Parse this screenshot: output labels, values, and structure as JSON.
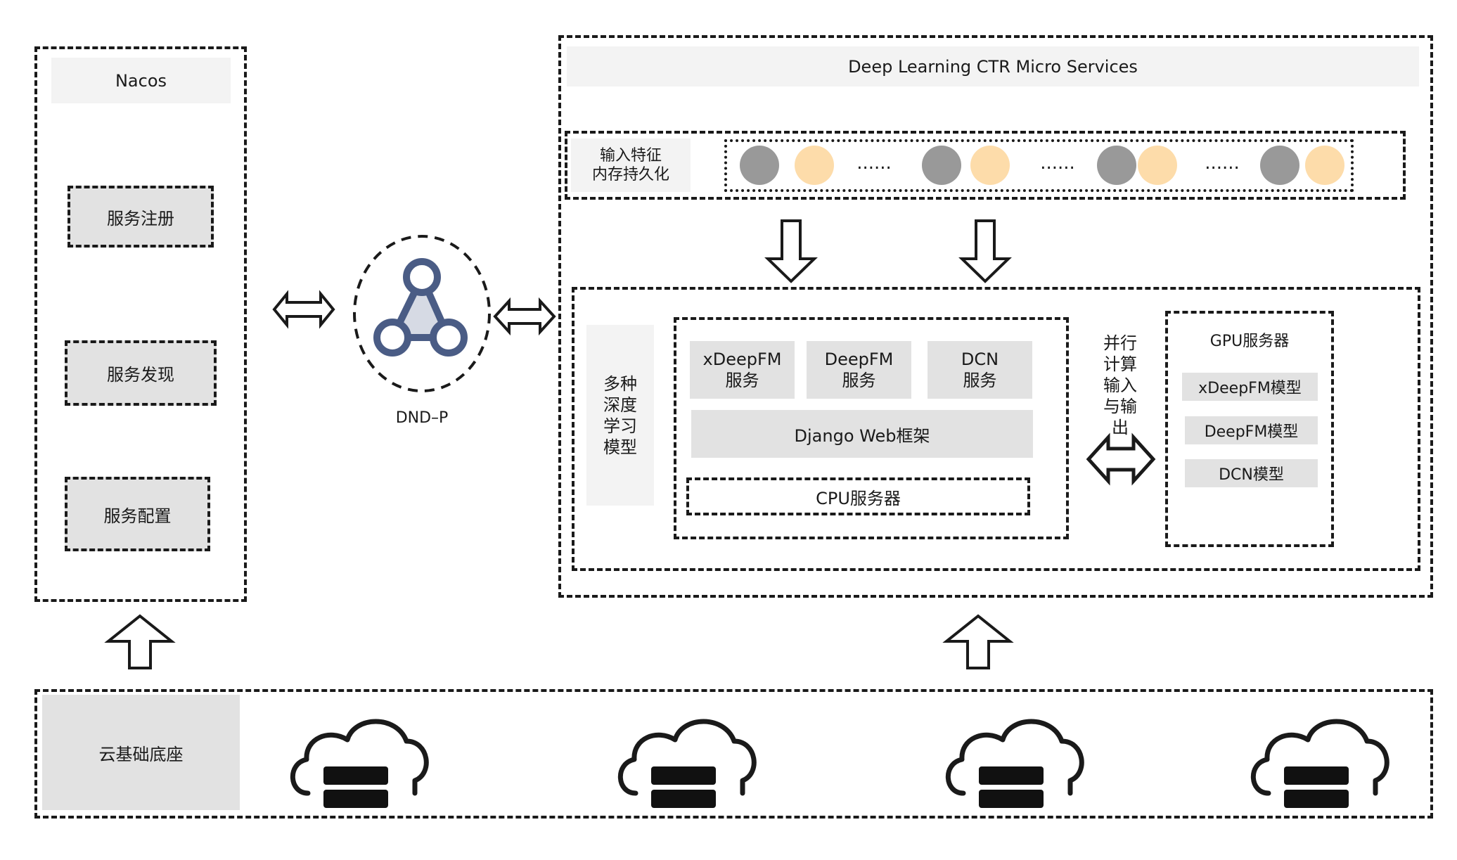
{
  "colors": {
    "stroke": "#1a1a1a",
    "box_light": "#f3f3f3",
    "box_mid": "#e2e2e2",
    "feature_grey": "#999999",
    "feature_peach": "#fddcaa",
    "cluster_icon": "#4a5c85",
    "cluster_icon_fill": "#d6dae4"
  },
  "nacos": {
    "title": "Nacos",
    "items": [
      "服务注册",
      "服务发现",
      "服务配置"
    ]
  },
  "hub": {
    "label": "DND–P",
    "icon": "cluster-icon"
  },
  "ctr": {
    "title": "Deep Learning CTR Micro Services",
    "feature": {
      "label_line1": "输入特征",
      "label_line2": "内存持久化",
      "ellipsis": "......"
    },
    "models": {
      "label": "多种\n深度\n学习\n模型",
      "cpu": {
        "services": [
          "xDeepFM\n服务",
          "DeepFM\n服务",
          "DCN\n服务"
        ],
        "framework": "Django Web框架",
        "server": "CPU服务器"
      },
      "parallel_label": "并行\n计算\n输入\n与输\n出",
      "gpu": {
        "title": "GPU服务器",
        "models": [
          "xDeepFM模型",
          "DeepFM模型",
          "DCN模型"
        ]
      }
    }
  },
  "cloud": {
    "label": "云基础底座",
    "icon": "cloud-server-icon"
  }
}
